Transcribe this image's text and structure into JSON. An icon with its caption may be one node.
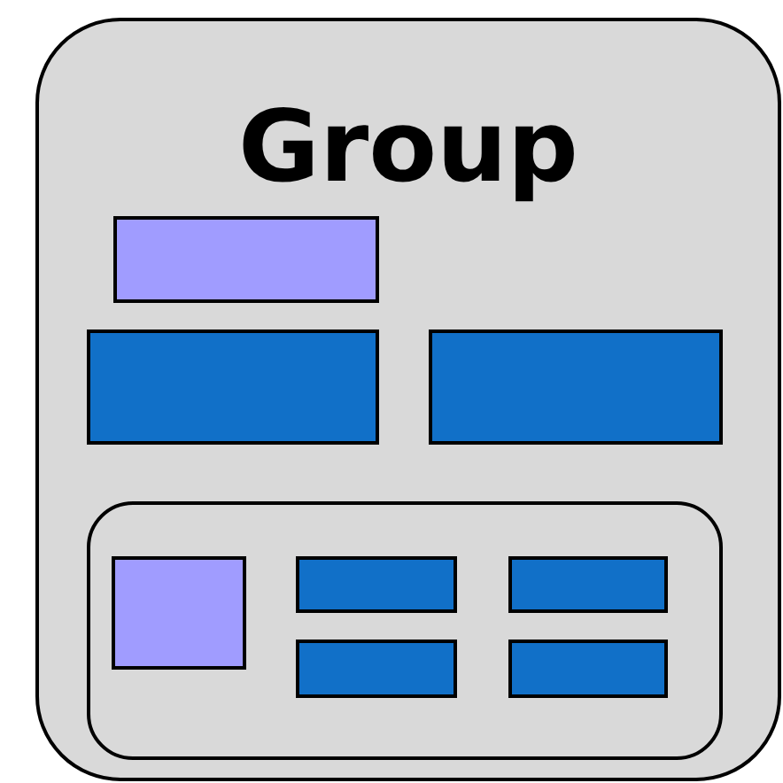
{
  "diagram": {
    "nodes": [
      {
        "text": [
          "Group"
        ]
      },
      {
        "text": [],
        "shape": "box",
        "in": 0
      },
      {
        "text": [],
        "shape": "box",
        "in": 0
      },
      {
        "text": [],
        "shape": "box",
        "in": 0
      },
      {
        "text": [],
        "shape": "box",
        "in": 0
      },
      {
        "text": [],
        "shape": "box",
        "in": 4
      },
      {
        "text": [],
        "shape": "box",
        "in": 4
      },
      {
        "text": [],
        "shape": "box",
        "in": 4
      },
      {
        "text": [],
        "shape": "box",
        "in": 4
      },
      {
        "text": [],
        "shape": "box",
        "in": 4
      }
    ]
  }
}
